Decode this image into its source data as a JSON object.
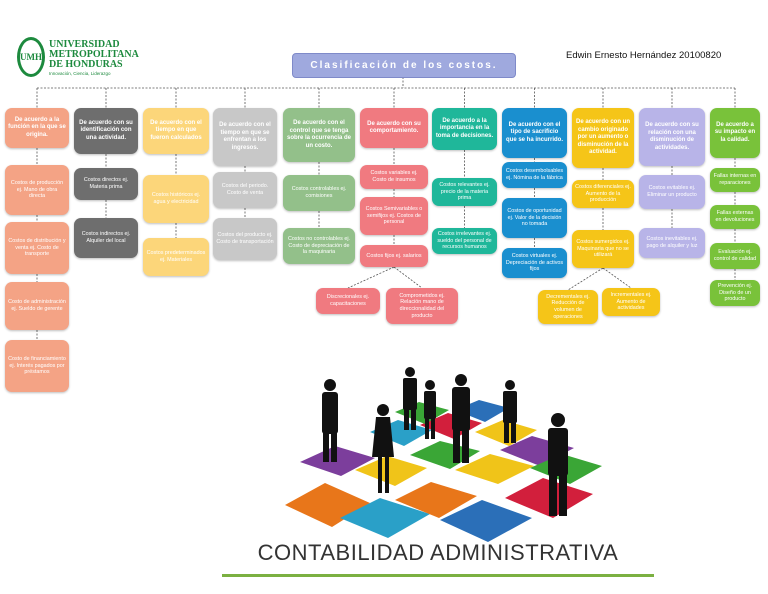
{
  "logo": {
    "mark": "UMH",
    "name": "UNIVERSIDAD METROPOLITANA DE HONDURAS",
    "tagline": "Innovación, Ciencia, Liderazgo"
  },
  "author": "Edwin Ernesto Hernández 20100820",
  "title": "Clasificación de los costos.",
  "banner": "CONTABILIDAD ADMINISTRATIVA",
  "colors": {
    "salmon": "#f4a385",
    "gray_dark": "#6e6e6e",
    "gray_light": "#c8c8c8",
    "yellow_light": "#fcd67a",
    "green_gray": "#93c08a",
    "pink": "#f07a80",
    "teal": "#1fb79a",
    "blue": "#1a8fcf",
    "yellow": "#f5c518",
    "lavender": "#b8b4e8",
    "green": "#79c23a"
  },
  "columns": [
    {
      "header": "De acuerdo a la función en la que se origina.",
      "items": [
        "Costos de producción ej. Mano de obra directa",
        "Costos de distribución y venta ej. Costo de transporte",
        "Costo de administración ej. Sueldo de gerente",
        "Costo de financiamiento ej. Interés pagados por préstamos"
      ]
    },
    {
      "header": "De acuerdo con su identificación con una actividad.",
      "items": [
        "Costos directos ej. Materia prima",
        "Costos indirectos ej. Alquiler del local"
      ]
    },
    {
      "header": "De acuerdo con el tiempo en que fueron calculados",
      "items": [
        "Costos históricos ej. agua y electricidad",
        "Costos predeterminados ej. Materiales"
      ]
    },
    {
      "header": "De acuerdo con el tiempo en que se enfrentan a los ingresos.",
      "items": [
        "Costos del periodo. Costo de venta",
        "Costos del producto ej. Costo de transportación"
      ]
    },
    {
      "header": "De acuerdo con el control que se tenga sobre la ocurrencia de un costo.",
      "items": [
        "Costos controlables ej. comisiones",
        "Costos no controlables ej. Costo de depreciación de la maquinaria"
      ]
    },
    {
      "header": "De acuerdo con su comportamiento.",
      "items": [
        "Costos variables ej. Costo de insumos",
        "Costos Semivariables o semifijos ej. Costos de personal",
        "Costos fijos ej. salarios"
      ],
      "sub": [
        "Discrecionales ej. capacitaciones",
        "Comprometidos ej. Relación mano de direccionalidad del producto"
      ]
    },
    {
      "header": "De acuerdo a la importancia en la toma de decisiones.",
      "items": [
        "Costos relevantes ej. precio de la materia prima",
        "Costos irrelevantes ej. sueldo del personal de recursos humanos"
      ]
    },
    {
      "header": "De acuerdo con el tipo de sacrificio que se ha incurrido.",
      "items": [
        "Costos desembolsables ej. Nómina de la fábrica",
        "Costos de oportunidad ej. Valor de la decisión no tomada",
        "Costos virtuales ej. Depreciación de activos fijos"
      ]
    },
    {
      "header": "De acuerdo con un cambio originado por un aumento o disminución de la actividad.",
      "items": [
        "Costos diferenciales ej. Aumento de la producción",
        "Costos sumergidos ej. Maquinaria que no se utilizará"
      ],
      "sub": [
        "Decrementales ej. Reducción de volumen de operaciones",
        "Incrementales ej. Aumento de actividades"
      ]
    },
    {
      "header": "De acuerdo con su relación con una disminución de actividades.",
      "items": [
        "Costos evitables ej. Eliminar un producto",
        "Costos inevitables ej. pago de alquiler y luz"
      ]
    },
    {
      "header": "De acuerdo a su impacto en la calidad.",
      "items": [
        "Fallas internas en reparaciones",
        "Fallas externas en devoluciones",
        "Evaluación ej. control de calidad",
        "Prevención ej. Diseño de un producto"
      ]
    }
  ]
}
